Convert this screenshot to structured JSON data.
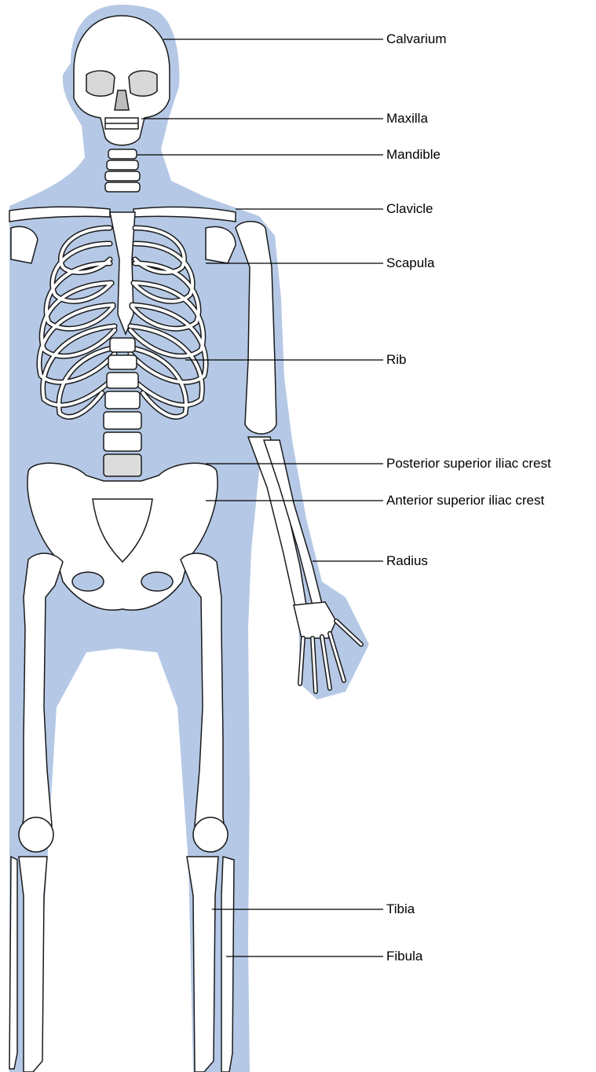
{
  "labels": {
    "calvarium": "Calvarium",
    "maxilla": "Maxilla",
    "mandible": "Mandible",
    "clavicle": "Clavicle",
    "scapula": "Scapula",
    "rib": "Rib",
    "posterior_superior_iliac_crest": "Posterior superior iliac crest",
    "anterior_superior_iliac_crest": "Anterior superior iliac crest",
    "radius": "Radius",
    "tibia": "Tibia",
    "fibula": "Fibula"
  },
  "colors": {
    "body_silhouette": "#b5c9e6",
    "bone_fill": "#ffffff",
    "bone_outline": "#1a1a1a",
    "spine_highlight": "#dcdcdc",
    "leader_line": "#000000"
  }
}
